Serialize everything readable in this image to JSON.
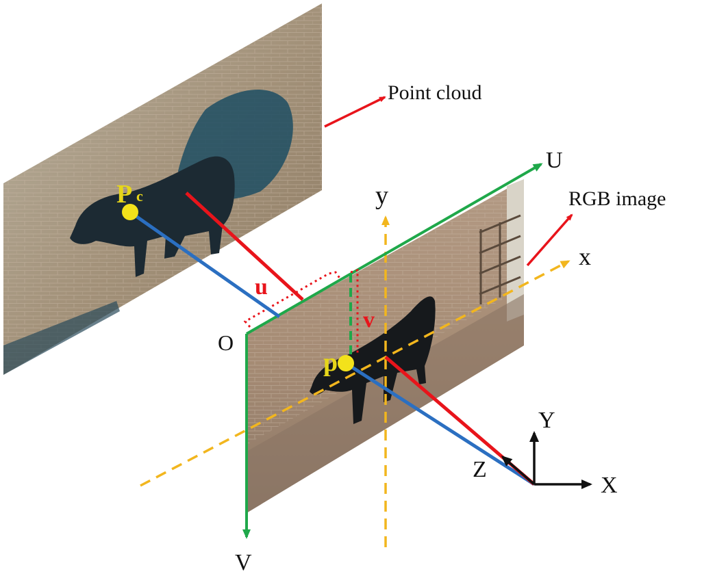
{
  "labels": {
    "point_cloud": "Point cloud",
    "rgb_image": "RGB image",
    "axis_U": "U",
    "axis_V": "V",
    "axis_x": "x",
    "axis_y": "y",
    "origin": "O",
    "u": "u",
    "v": "v",
    "Pc_main": "P",
    "Pc_sub": "c",
    "p_main": "p",
    "cam_X": "X",
    "cam_Y": "Y",
    "cam_Z": "Z"
  },
  "colors": {
    "red": "#e8141b",
    "green": "#1fa84a",
    "blue": "#2b6fc1",
    "yellow_dash": "#f2b61e",
    "point_yellow": "#f3e21b",
    "label_yellow": "#e6d61a",
    "black": "#111111",
    "panel_blue": "#1d4d63"
  },
  "icons": [
    "point-cloud-panel",
    "rgb-image-panel",
    "cow-figure"
  ]
}
